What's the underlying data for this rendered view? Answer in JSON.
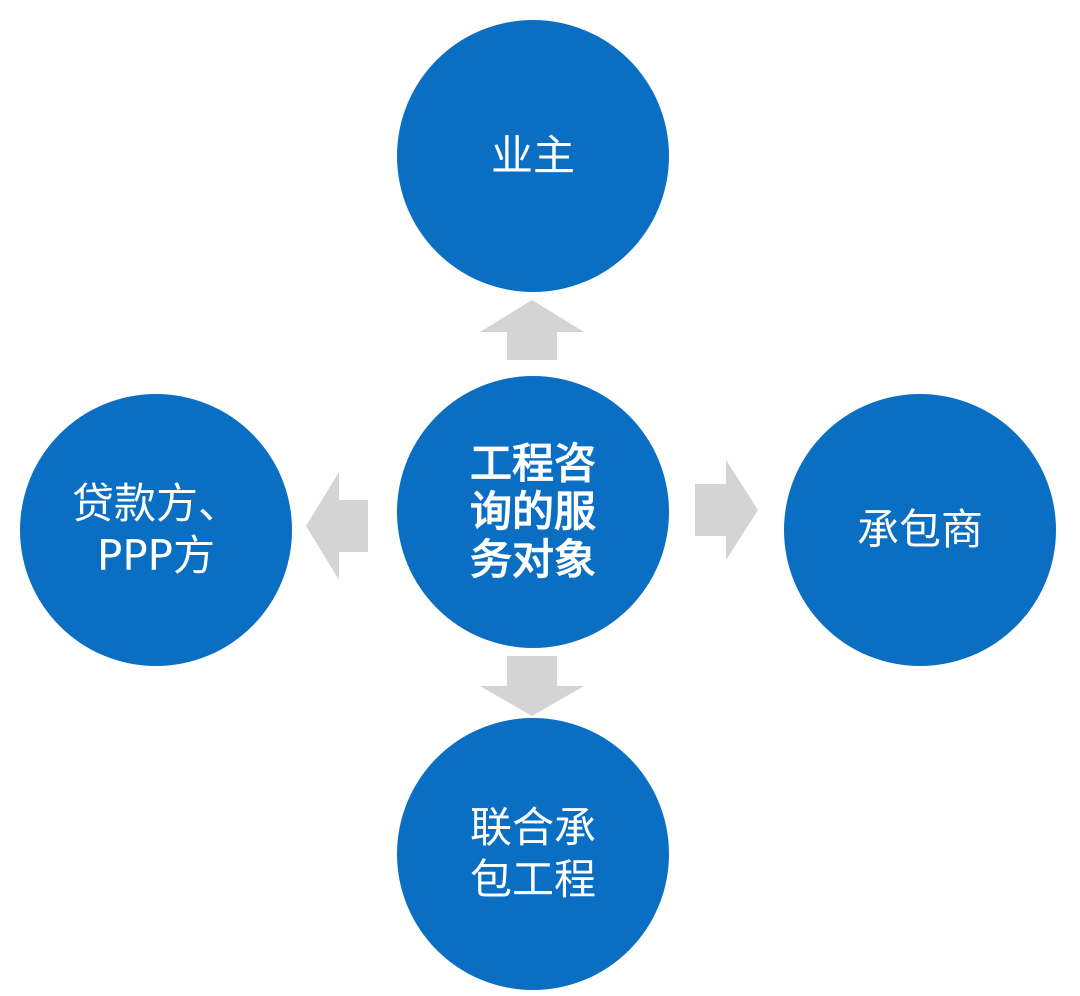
{
  "diagram": {
    "colors": {
      "node_fill": "#0a6ec2",
      "arrow_fill": "#d4d4d4",
      "text": "#ffffff",
      "background": "#ffffff"
    },
    "center": {
      "lines": [
        "工程咨",
        "询的服",
        "务对象"
      ]
    },
    "nodes": {
      "top": {
        "lines": [
          "业主"
        ]
      },
      "left": {
        "lines": [
          "贷款方、",
          "PPP方"
        ]
      },
      "right": {
        "lines": [
          "承包商"
        ]
      },
      "bottom": {
        "lines": [
          "联合承",
          "包工程"
        ]
      }
    },
    "arrows": [
      {
        "from": "center",
        "to": "top",
        "direction": "up"
      },
      {
        "from": "center",
        "to": "left",
        "direction": "left"
      },
      {
        "from": "center",
        "to": "right",
        "direction": "right"
      },
      {
        "from": "center",
        "to": "bottom",
        "direction": "down"
      }
    ]
  }
}
